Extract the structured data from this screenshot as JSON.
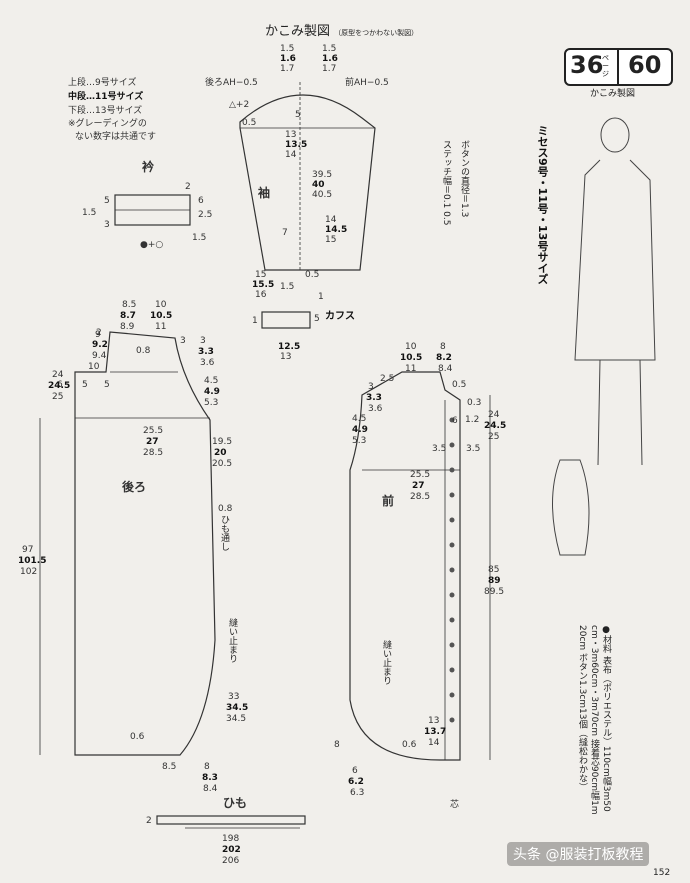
{
  "header": {
    "title": "かこみ製図",
    "note": "（原型をつかわない製図）"
  },
  "badge": {
    "left": "36",
    "sub": "ページ",
    "right": "60",
    "caption": "かこみ製図"
  },
  "legend": [
    "上段…9号サイズ",
    "中段…11号サイズ",
    "下段…13号サイズ",
    "※グレーディングの",
    "ない数字は共通です"
  ],
  "size_title": "ミセス9号・11号・13号サイズ",
  "button_note": "ボタンの直径＝1.3",
  "stitch_note": "ステッチ幅＝0.1 0.5",
  "materials": {
    "lines": [
      "●材料 表布（ポリエステル）110cm幅3m50",
      "cm・3m60cm・3m70cm 接着芯90cm幅1m",
      "20cm ボタン1.3cm13個（縫松わかな）"
    ]
  },
  "pieces": {
    "sleeve": {
      "name": "袖",
      "cap_back": "後ろAH−0.5",
      "cap_front": "前AH−0.5",
      "delta": "△+2",
      "cap_h": [
        "1.5",
        "1.6",
        "1.7"
      ],
      "cap_h2": [
        "1.5",
        "1.6",
        "1.7"
      ],
      "top_w": [
        "13",
        "13.5",
        "14"
      ],
      "len": [
        "39.5",
        "40",
        "40.5"
      ],
      "cuff_w": [
        "14",
        "14.5",
        "15"
      ],
      "hem": [
        "15",
        "15.5",
        "16"
      ],
      "misc": [
        "0.5",
        "5",
        "7",
        "1.5",
        "0.5",
        "1"
      ]
    },
    "collar": {
      "name": "衿",
      "labels": [
        "2",
        "6",
        "5",
        "1.5",
        "3",
        "2.5",
        "1.5",
        "●+○"
      ]
    },
    "cuff": {
      "name": "カフス",
      "labels": [
        "1",
        "5",
        "12.5",
        "13"
      ]
    },
    "back": {
      "name": "後ろ",
      "neck_w": [
        "8.5",
        "8.7",
        "8.9"
      ],
      "shoulder_w": [
        "10",
        "10.5",
        "11"
      ],
      "neck_d": [
        "9.2",
        "9.4",
        "9"
      ],
      "small": [
        "2",
        "3",
        "0.8",
        "10",
        "6",
        "5",
        "5"
      ],
      "shoulder_d": [
        "3",
        "3.3",
        "3.6"
      ],
      "arm": [
        "4.5",
        "4.9",
        "5.3"
      ],
      "yoke": [
        "24",
        "24.5",
        "25"
      ],
      "bust": [
        "25.5",
        "27",
        "28.5"
      ],
      "waist": [
        "19.5",
        "20",
        "20.5"
      ],
      "tie": [
        "0.8",
        "ひも通し"
      ],
      "len": [
        "97",
        "101.5",
        "102"
      ],
      "stop": "縫い止まり",
      "slit": [
        "33",
        "34.5",
        "34.5"
      ],
      "hem_small": [
        "0.6",
        "8.5"
      ],
      "hem": [
        "8",
        "8.3",
        "8.4"
      ]
    },
    "front": {
      "name": "前",
      "neck_w": [
        "8",
        "8.2",
        "8.4"
      ],
      "shoulder_w": [
        "10",
        "10.5",
        "11"
      ],
      "shoulder_d": [
        "3",
        "3.3",
        "3.6"
      ],
      "arm": [
        "4.5",
        "4.9",
        "5.3"
      ],
      "small": [
        "2.5",
        "0.5",
        "0.3",
        "3.5",
        "3.5",
        "1.2",
        "6"
      ],
      "yoke": [
        "24",
        "24.5",
        "25"
      ],
      "bust": [
        "25.5",
        "27",
        "28.5"
      ],
      "len": [
        "85",
        "89",
        "89.5"
      ],
      "stop": "縫い止まり",
      "slit": [
        "13",
        "13.7",
        "14"
      ],
      "hem_small": [
        "8",
        "0.6"
      ],
      "hem": [
        "6",
        "6.2",
        "6.3"
      ],
      "grain": "芯"
    },
    "tie": {
      "name": "ひも",
      "w": "2",
      "len": [
        "198",
        "202",
        "206"
      ]
    }
  },
  "watermark": "头条 @服装打板教程",
  "page_no": "152"
}
